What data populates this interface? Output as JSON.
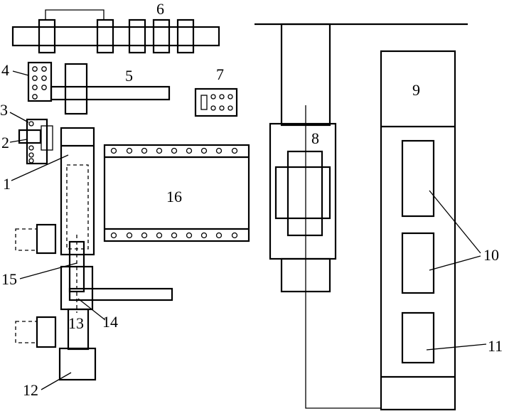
{
  "labels": {
    "l1": "1",
    "l2": "2",
    "l3": "3",
    "l4": "4",
    "l5": "5",
    "l6": "6",
    "l7": "7",
    "l8": "8",
    "l9": "9",
    "l10": "10",
    "l11": "11",
    "l12": "12",
    "l13": "13",
    "l14": "14",
    "l15": "15",
    "l16": "16"
  },
  "colors": {
    "stroke": "#000000",
    "background": "#ffffff"
  }
}
